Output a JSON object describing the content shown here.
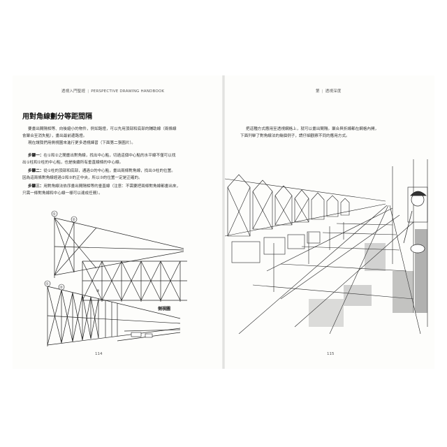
{
  "left_page": {
    "running_head": {
      "title": "透視入門聖經",
      "subtitle": "PERSPECTIVE DRAWING HANDBOOK"
    },
    "section_title": "用對角線劃分等距間隔",
    "intro": [
      "要畫出間隔相等、向後縮小的物件，例如路燈，可以先用頂部和底部的輔助線（兩條線",
      "會聚合至消失點），畫出最前邊路燈。",
      "現在讓我們用側視圖來進行更多透視練習（下面第二張圖片）。"
    ],
    "steps": [
      {
        "label": "步驟一：",
        "lines": [
          "在①和②之間畫出對角線，找出中心點，切過這個中心點的水平線不僅可以找",
          "出①柱和②柱的中心點，也是後續所有垂直線條的中心線。"
        ]
      },
      {
        "label": "步驟二：",
        "lines": [
          "從①柱的頂部和底部，通過②的中心點，畫出兩條對角線，找出③柱的位置。",
          "因為這兩條對角線經過②和③的正中央，所以③的位置一定是正確的。"
        ]
      },
      {
        "label": "步驟三：",
        "lines": [
          "用對角線法依序畫出間隔相等的垂直線（注意：不需要把兩條對角線都畫出來，",
          "只需一條對角線和中心線一樣可以達成任務）。"
        ]
      }
    ],
    "figure_caption": "側視圖",
    "figure_markers": [
      "①",
      "②",
      "③"
    ],
    "folio": "114"
  },
  "right_page": {
    "running_head": {
      "title": "第",
      "subtitle": "章",
      "chapter": "透視深度"
    },
    "paragraph": [
      "把這種方式應用至透視網格上，就可以畫出間隔。聚合與折線都在網格內開，",
      "下面列舉了對角線法的幾個例子，請仔細觀察不同的應用方式。"
    ],
    "folio": "115"
  }
}
